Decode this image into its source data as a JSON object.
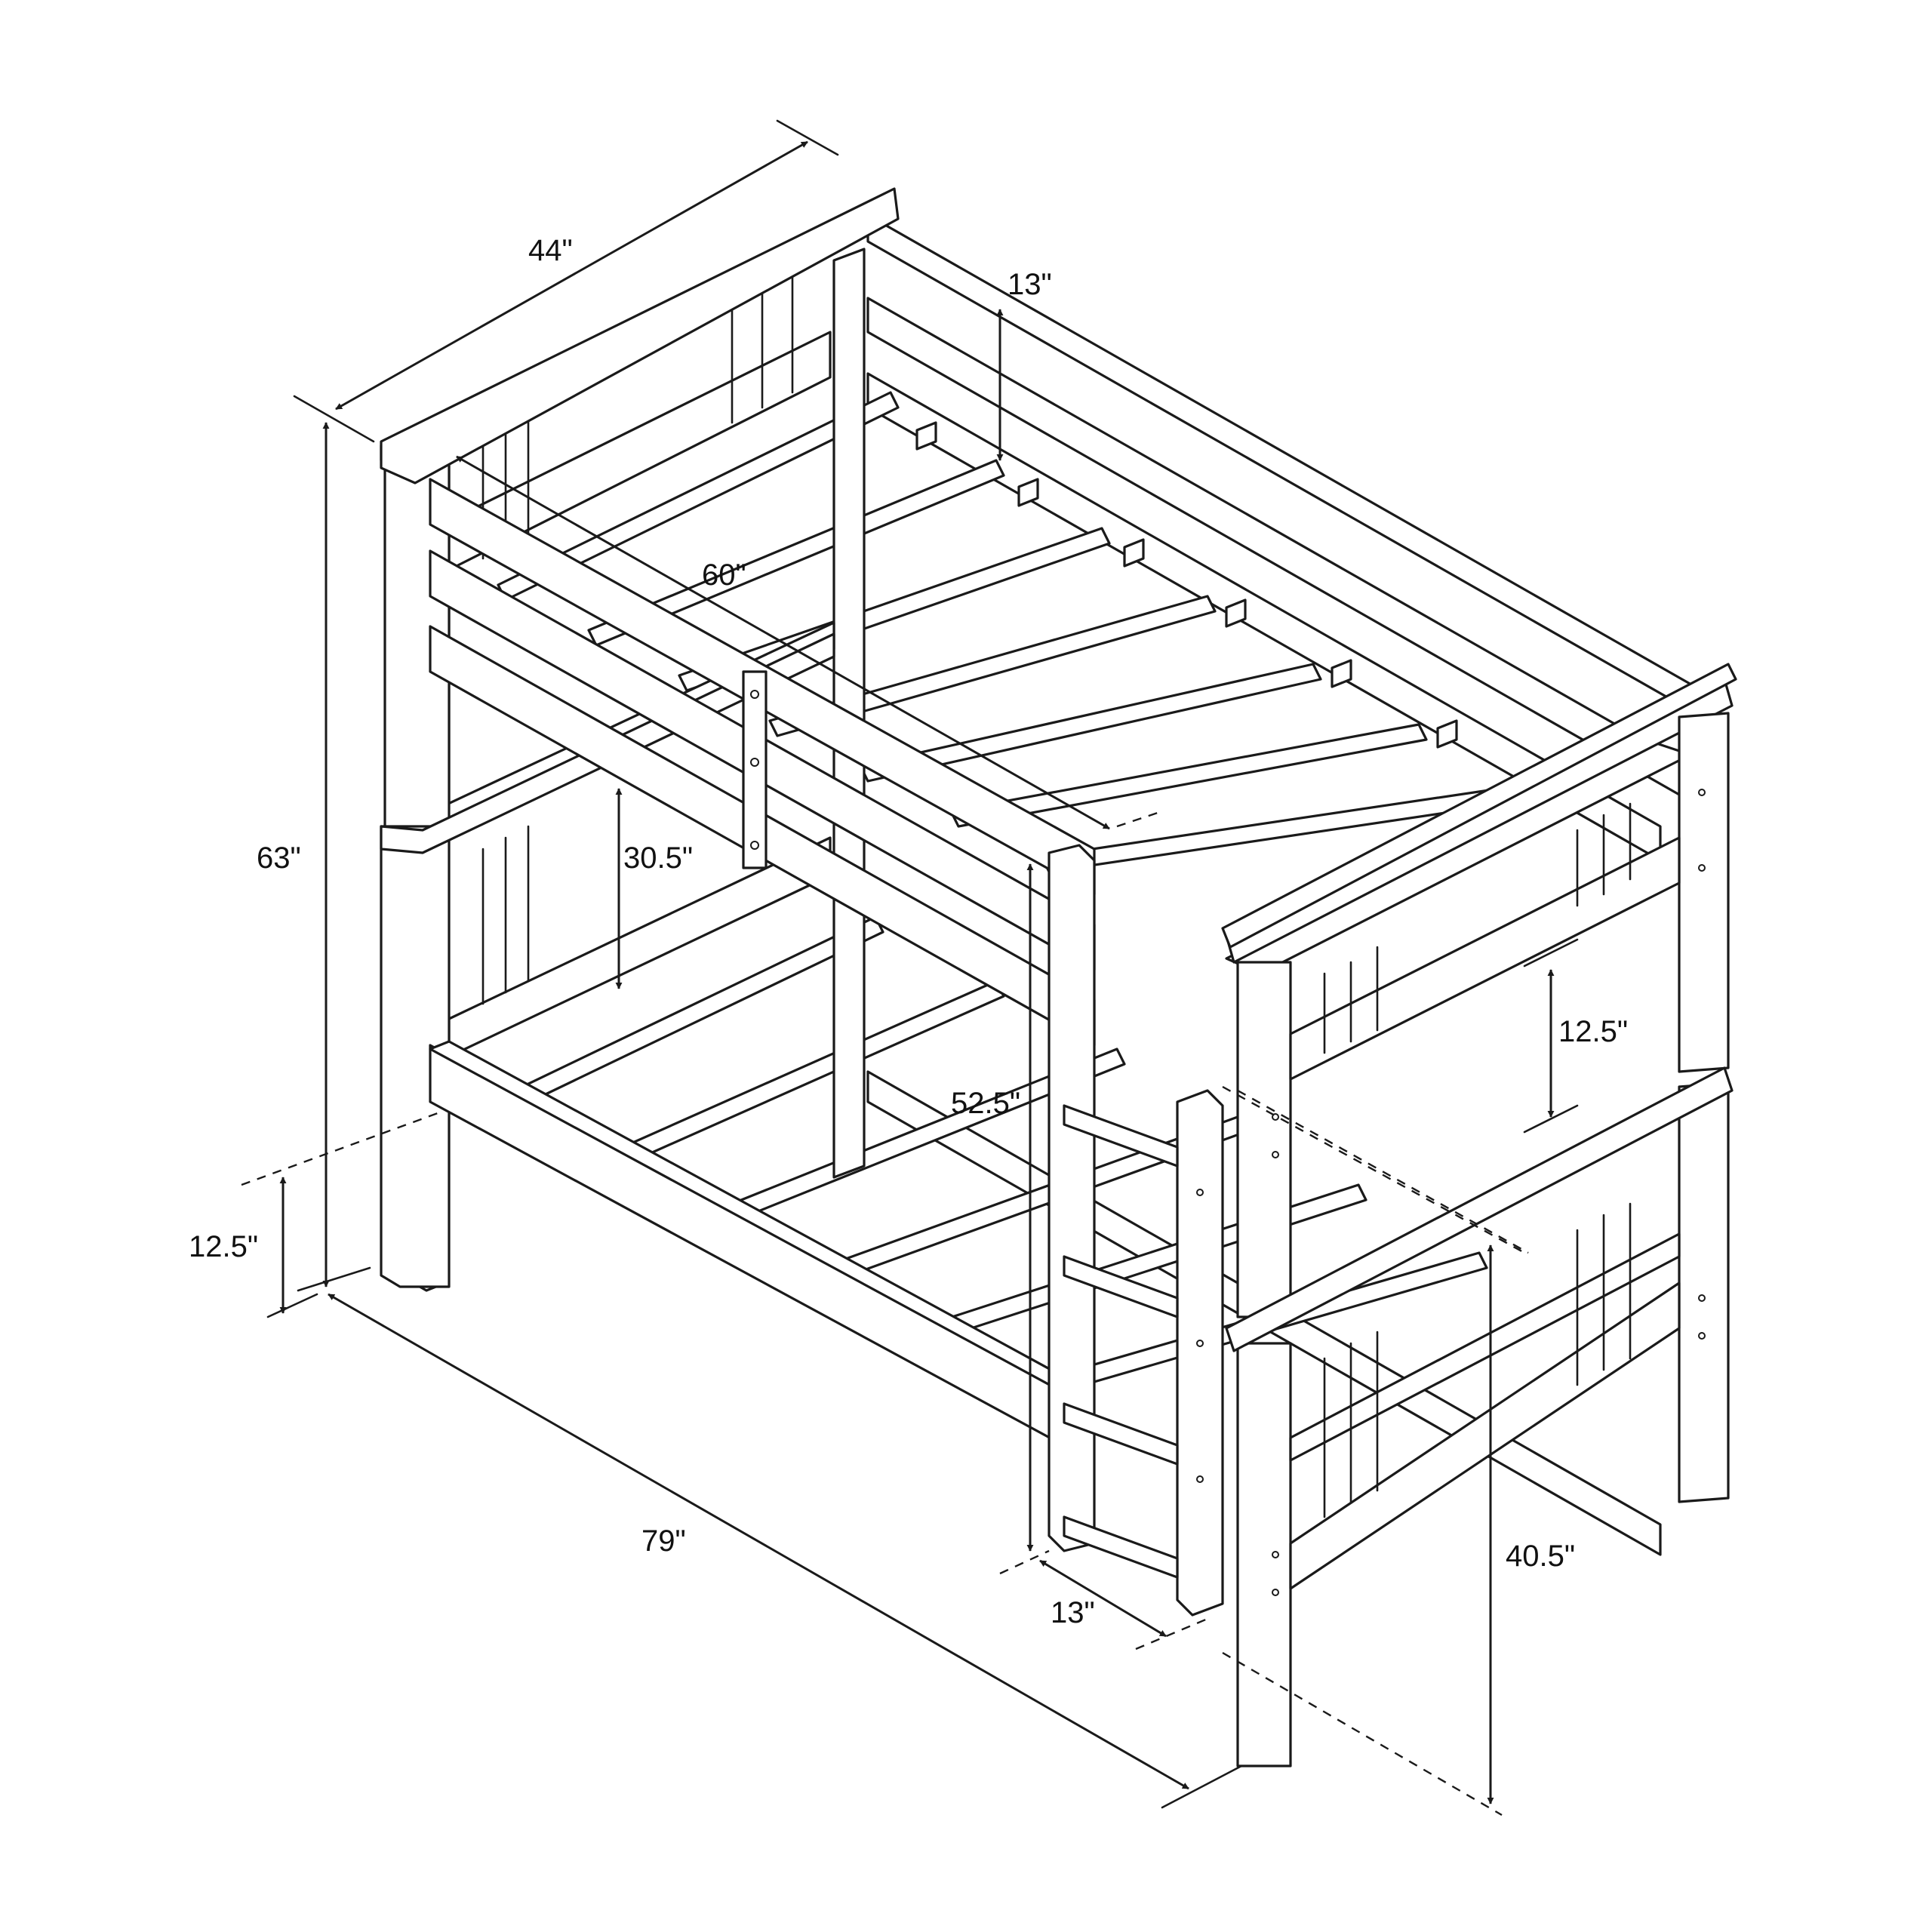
{
  "drawing": {
    "line_color": "#1a1a1a",
    "background": "#ffffff"
  },
  "dimensions": {
    "width": "44\"",
    "length": "79\"",
    "height": "63\"",
    "guardrail_length": "60\"",
    "guardrail_height": "13\"",
    "bunk_clearance": "30.5\"",
    "ladder_height": "52.5\"",
    "ladder_width": "13\"",
    "top_bunk_height": "40.5\"",
    "footboard_height": "12.5\"",
    "bottom_bunk_height": "12.5\""
  }
}
